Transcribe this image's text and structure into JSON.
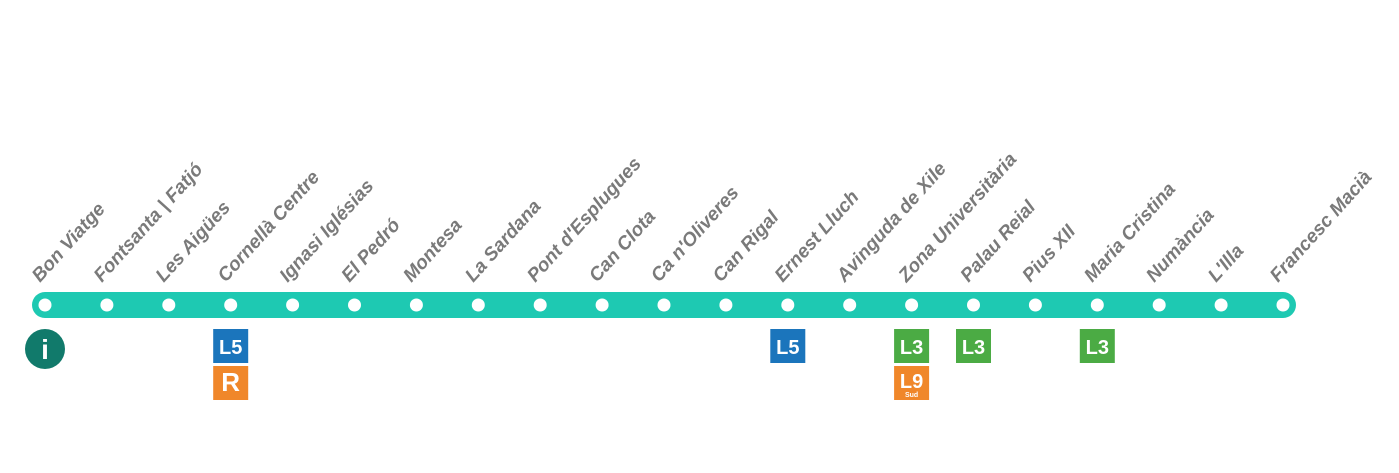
{
  "line": {
    "color": "#1ec9b2",
    "stop_color": "#ffffff"
  },
  "stations": [
    {
      "name": "Bon Viatge"
    },
    {
      "name": "Fontsanta | Fatjó"
    },
    {
      "name": "Les Aigües"
    },
    {
      "name": "Cornellà Centre"
    },
    {
      "name": "Ignasi Iglésias"
    },
    {
      "name": "El Pedró"
    },
    {
      "name": "Montesa"
    },
    {
      "name": "La Sardana"
    },
    {
      "name": "Pont d'Esplugues"
    },
    {
      "name": "Can Clota"
    },
    {
      "name": "Ca n'Oliveres"
    },
    {
      "name": "Can Rigal"
    },
    {
      "name": "Ernest Lluch"
    },
    {
      "name": "Avinguda de Xile"
    },
    {
      "name": "Zona Universitària"
    },
    {
      "name": "Palau Reial"
    },
    {
      "name": "Pius XII"
    },
    {
      "name": "Maria Cristina"
    },
    {
      "name": "Numància"
    },
    {
      "name": "L'Illa"
    },
    {
      "name": "Francesc Macià"
    }
  ],
  "info": {
    "symbol": "i",
    "color": "#117a6b",
    "icon": "info-icon"
  },
  "connections": [
    {
      "station": "Cornellà Centre",
      "badges": [
        {
          "label": "L5",
          "sub": "",
          "color": "#1b75bc"
        },
        {
          "label": "R",
          "sub": "",
          "color": "#f0872a"
        }
      ]
    },
    {
      "station": "Ernest Lluch",
      "badges": [
        {
          "label": "L5",
          "sub": "",
          "color": "#1b75bc"
        }
      ]
    },
    {
      "station": "Zona Universitària",
      "badges": [
        {
          "label": "L3",
          "sub": "",
          "color": "#4bab44"
        },
        {
          "label": "L9",
          "sub": "Sud",
          "color": "#f0872a"
        }
      ]
    },
    {
      "station": "Palau Reial",
      "badges": [
        {
          "label": "L3",
          "sub": "",
          "color": "#4bab44"
        }
      ]
    },
    {
      "station": "Maria Cristina",
      "badges": [
        {
          "label": "L3",
          "sub": "",
          "color": "#4bab44"
        }
      ]
    }
  ]
}
